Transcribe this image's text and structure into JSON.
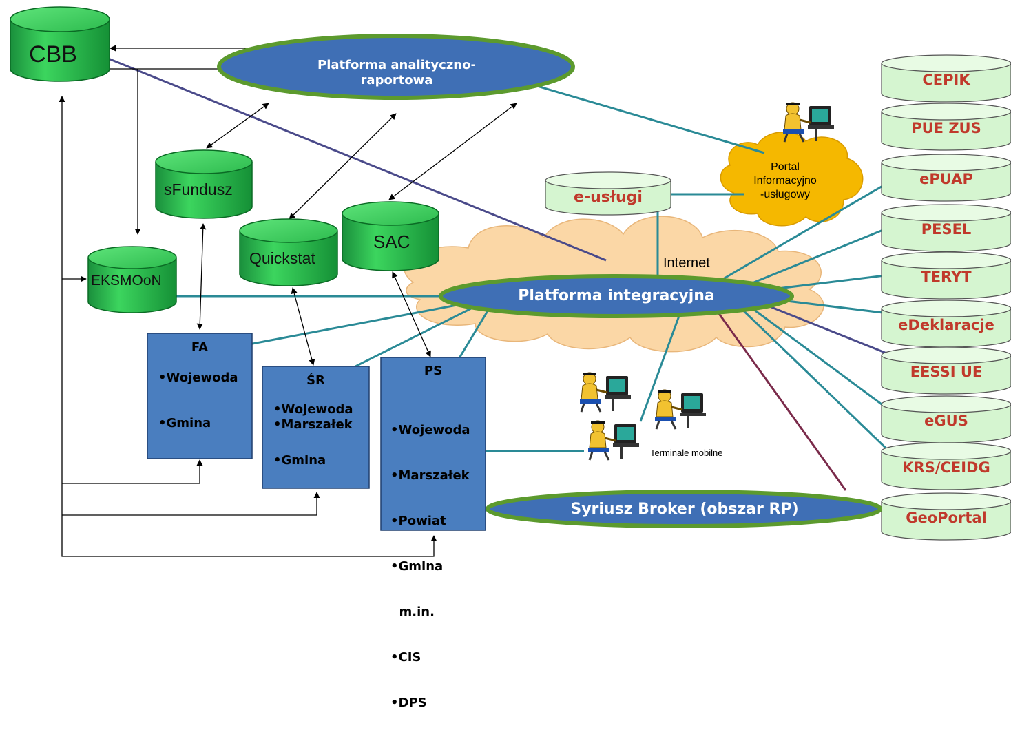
{
  "green_databases": {
    "cbb": "CBB",
    "sfundusz": "sFundusz",
    "quickstat": "Quickstat",
    "sac": "SAC",
    "eksmoon": "EKSMOoN"
  },
  "platforms": {
    "analytic_line1": "Platforma analityczno-",
    "analytic_line2": "raportowa",
    "integration": "Platforma integracyjna",
    "broker": "Syriusz Broker (obszar RP)"
  },
  "internet_label": "Internet",
  "e_uslugi": "e-usługi",
  "portal": {
    "line1": "Portal",
    "line2": "Informacyjno",
    "line3": "-usługowy"
  },
  "terminals_label": "Terminale mobilne",
  "boxes": {
    "fa": {
      "title": "FA",
      "items": [
        "•Wojewoda",
        "",
        "",
        "•Gmina"
      ]
    },
    "sr": {
      "title": "ŚR",
      "items": [
        "•Wojewoda",
        "•Marszałek",
        "",
        "•Gmina"
      ]
    },
    "ps": {
      "title": "PS",
      "items": [
        "•Wojewoda",
        "•Marszałek",
        "•Powiat",
        "•Gmina",
        "  m.in.",
        "•CIS",
        "•DPS"
      ]
    }
  },
  "external_registers": [
    "CEPIK",
    "PUE ZUS",
    "ePUAP",
    "PESEL",
    "TERYT",
    "eDeklaracje",
    "EESSI UE",
    "eGUS",
    "KRS/CEIDG",
    "GeoPortal"
  ],
  "colors": {
    "green_cyl": "#22b14c",
    "light_cyl": "#d5f5d0",
    "platform_blue": "#3f6fb5",
    "platform_border": "#5c9a2e",
    "box_blue": "#4a7ebf",
    "cloud": "#fbd7a6",
    "portal_cloud": "#f5b800",
    "register_text": "#c0392b",
    "line_teal": "#2a8a96"
  }
}
